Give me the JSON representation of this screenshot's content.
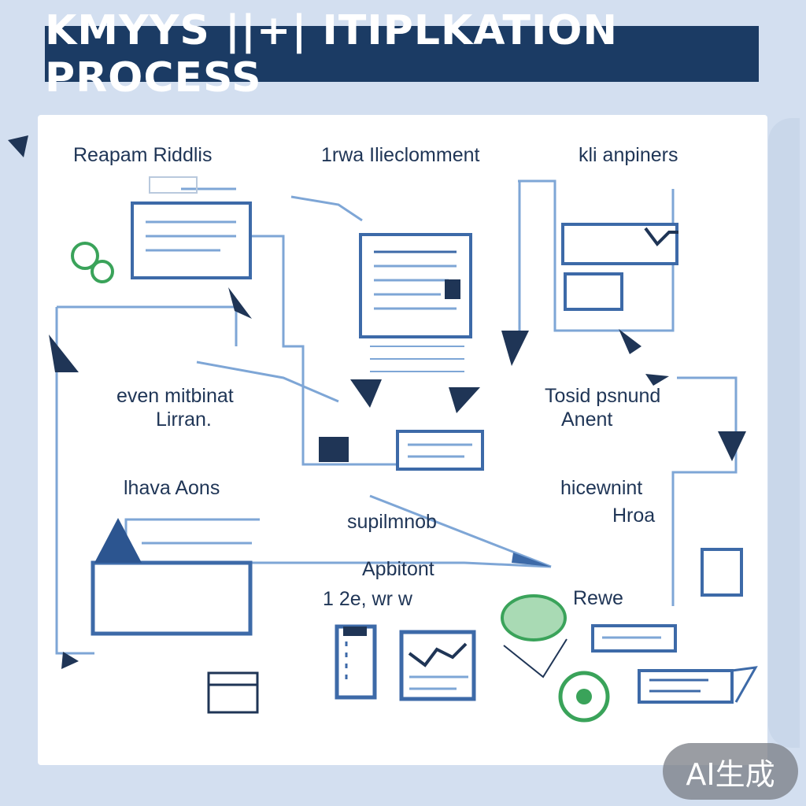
{
  "title": "KMYYS ||+| ITIPLKATION PROCESS",
  "labels": {
    "top_left": "Reapam Riddlis",
    "top_center": "1rwa Ilieclomment",
    "top_right": "kli anpiners",
    "mid_left_line1": "even mitbinat",
    "mid_left_line2": "Lirran.",
    "mid_right_line1": "Tosid psnund",
    "mid_right_line2": "Anent",
    "lower_left": "lhava Aons",
    "lower_right_line1": "hicewnint",
    "lower_right_line2": "Hroa",
    "center_1": "supilmnob",
    "center_2": "Apbitont",
    "center_3": "1 2e, wr w",
    "bottom_right": "Rewe"
  },
  "watermark": "AI生成",
  "colors": {
    "background": "#d3dff0",
    "title_bar": "#1b3b64",
    "line_blue": "#4b7fc0",
    "dark_navy": "#1f3556",
    "accent_green": "#3aa35a"
  }
}
